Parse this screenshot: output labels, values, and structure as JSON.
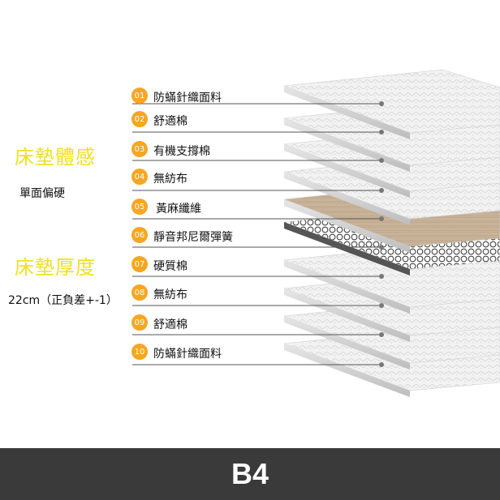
{
  "left": {
    "feel_title": "床墊體感",
    "feel_value": "單面偏硬",
    "thickness_title": "床墊厚度",
    "thickness_value": "22cm（正負差+-1）"
  },
  "layers": [
    {
      "num": "01",
      "label": "防蟎針織面料",
      "material": "fabric"
    },
    {
      "num": "02",
      "label": "舒適棉",
      "material": "foam"
    },
    {
      "num": "03",
      "label": "有機支撐棉",
      "material": "foam"
    },
    {
      "num": "04",
      "label": "無紡布",
      "material": "foam"
    },
    {
      "num": "05",
      "label": "黃麻纖維",
      "material": "jute"
    },
    {
      "num": "06",
      "label": "靜音邦尼爾彈簧",
      "material": "spring"
    },
    {
      "num": "07",
      "label": "硬質棉",
      "material": "foam"
    },
    {
      "num": "08",
      "label": "無紡布",
      "material": "foam"
    },
    {
      "num": "09",
      "label": "舒適棉",
      "material": "foam"
    },
    {
      "num": "10",
      "label": "防蟎針織面料",
      "material": "fabric"
    }
  ],
  "footer": {
    "model": "B4"
  },
  "colors": {
    "accent": "#f5a623",
    "title": "#f0e020",
    "footer_bg": "#3a3a3a"
  }
}
